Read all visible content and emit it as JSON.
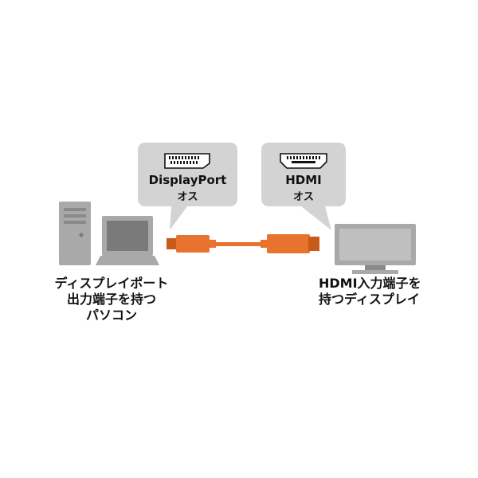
{
  "connectors": {
    "left": {
      "name": "DisplayPort",
      "gender": "オス"
    },
    "right": {
      "name": "HDMI",
      "gender": "オス"
    }
  },
  "pc_caption": {
    "line1": "ディスプレイポート",
    "line2": "出力端子を持つ",
    "line3": "パソコン"
  },
  "display_caption": {
    "line1": "HDMI入力端子を",
    "line2": "持つディスプレイ"
  },
  "colors": {
    "bubble": "#d3d3d3",
    "device_body": "#a9a9a9",
    "device_dark": "#7a7a7a",
    "cable_orange": "#e8732e",
    "cable_orange_dark": "#c85a1b",
    "screen": "#bfbfbf"
  }
}
